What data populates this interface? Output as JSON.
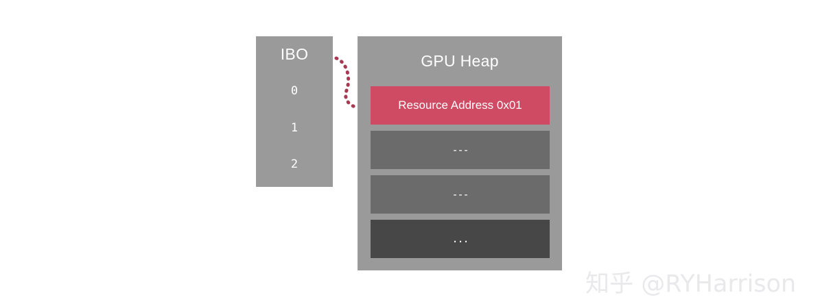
{
  "diagram": {
    "ibo": {
      "title": "IBO",
      "indices": [
        "0",
        "1",
        "2"
      ]
    },
    "heap": {
      "title": "GPU Heap",
      "rows": [
        {
          "label": "Resource Address 0x01",
          "color": "#cf4a63"
        },
        {
          "label": "---",
          "color": "#6b6b6b"
        },
        {
          "label": "---",
          "color": "#6b6b6b"
        },
        {
          "label": "...",
          "color": "#474747"
        }
      ]
    },
    "connector": {
      "name": "dotted-arrow",
      "color": "#a63a52"
    },
    "colors": {
      "background": "#ffffff",
      "panel_gray": "#9a9a9a",
      "row_gray": "#6b6b6b",
      "row_dark": "#474747",
      "accent_red": "#cf4a63",
      "text_white": "#ffffff",
      "watermark": "#e9e9ec"
    }
  },
  "watermark": {
    "text": "知乎 @RYHarrison"
  }
}
